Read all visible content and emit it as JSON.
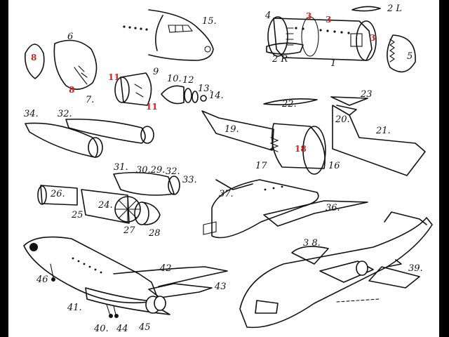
{
  "labels": {
    "l1": "1",
    "l2L": "2 L",
    "l2R": "2 R",
    "l3a": "3",
    "l3b": "3",
    "l3c": "3",
    "l4": "4",
    "l5": "5",
    "l6": "6",
    "l7": "7.",
    "l8a": "8",
    "l8b": "8",
    "l9": "9",
    "l10": "10.",
    "l11a": "11",
    "l11b": "11",
    "l12": "12",
    "l13": "13.",
    "l14": "14.",
    "l15": "15.",
    "l16": "16",
    "l17": "17",
    "l18": "18",
    "l19": "19.",
    "l20": "20.",
    "l21": "21.",
    "l22": "22.",
    "l23": "23",
    "l24": "24.",
    "l25": "25",
    "l26": "26.",
    "l27": "27",
    "l28": "28",
    "l29": "30.29.",
    "l31": "31.",
    "l32a": "32.",
    "l32b": "32.",
    "l33": "33.",
    "l34": "34.",
    "l36": "36.",
    "l37": "37.",
    "l38": "3 8.",
    "l39": "39.",
    "l40": "40.",
    "l41": "41.",
    "l42": "42",
    "l43": "43",
    "l44": "44",
    "l45": "45",
    "l46": "46"
  },
  "colors": {
    "ink": "#111111",
    "highlight": "#d42020",
    "background": "#ffffff",
    "border": "#000000"
  }
}
